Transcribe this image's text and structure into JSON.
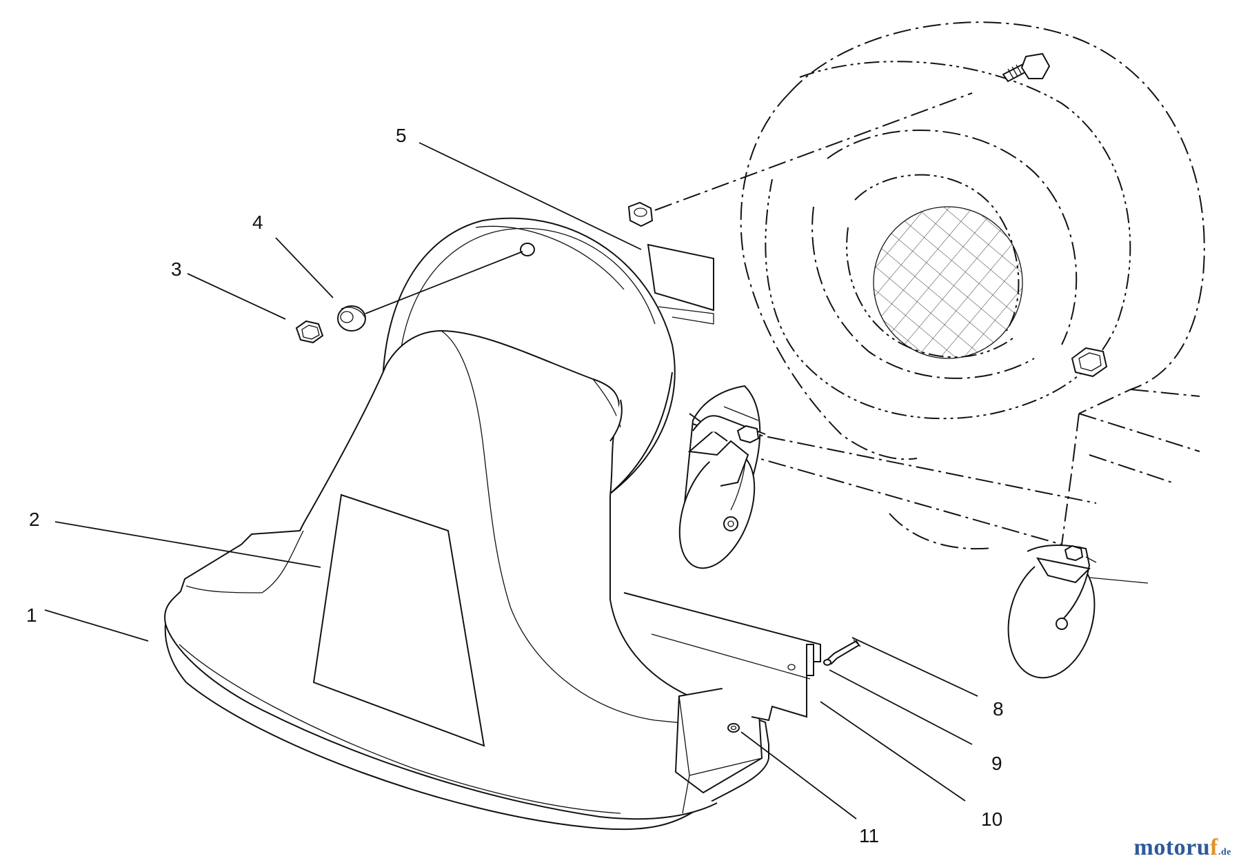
{
  "diagram": {
    "callouts": [
      {
        "id": "1",
        "label": "1"
      },
      {
        "id": "2",
        "label": "2"
      },
      {
        "id": "3",
        "label": "3"
      },
      {
        "id": "4",
        "label": "4"
      },
      {
        "id": "5",
        "label": "5"
      },
      {
        "id": "8",
        "label": "8"
      },
      {
        "id": "9",
        "label": "9"
      },
      {
        "id": "10",
        "label": "10"
      },
      {
        "id": "11",
        "label": "11"
      }
    ]
  },
  "watermark": {
    "text_main": "motoru",
    "text_accent": "f",
    "text_suffix": ".de",
    "colors": {
      "main": "#2d5a9c",
      "accent": "#e0922a"
    }
  }
}
